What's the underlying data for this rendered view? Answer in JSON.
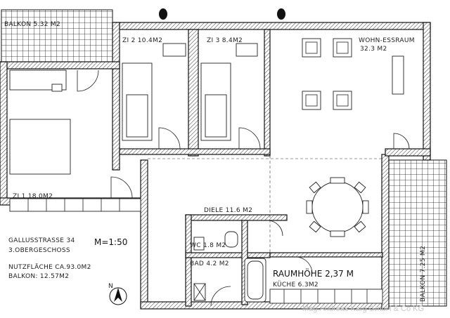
{
  "rooms": {
    "balkon_top": "BALKON 5.32 M2",
    "zi2": "ZI 2 10.4M2",
    "zi3": "ZI 3  8.4M2",
    "wohn_line1": "WOHN-ESSRAUM",
    "wohn_line2": "32.3 M2",
    "zi1": "ZI 1 18.0M2",
    "diele": "DIELE 11.6 M2",
    "wc": "WC 1.8 M2",
    "bad": "BAD 4.2 M2",
    "kueche": "KÜCHE 6.3M2",
    "balkon_right": "BALKON 7.25 M2"
  },
  "info": {
    "address": "GALLUSSTRASSE 34",
    "floor": "3.OBERGESCHOSS",
    "scale": "M=1:50",
    "nutzflaeche": "NUTZFLÄCHE CA.93.0M2",
    "balkon_total": "BALKON: 12.57M2",
    "raumhoehe": "RAUMHÖHE 2,37 M",
    "north": "N"
  },
  "watermark": "Mag.Andreas Karg GmbH & Co KG"
}
